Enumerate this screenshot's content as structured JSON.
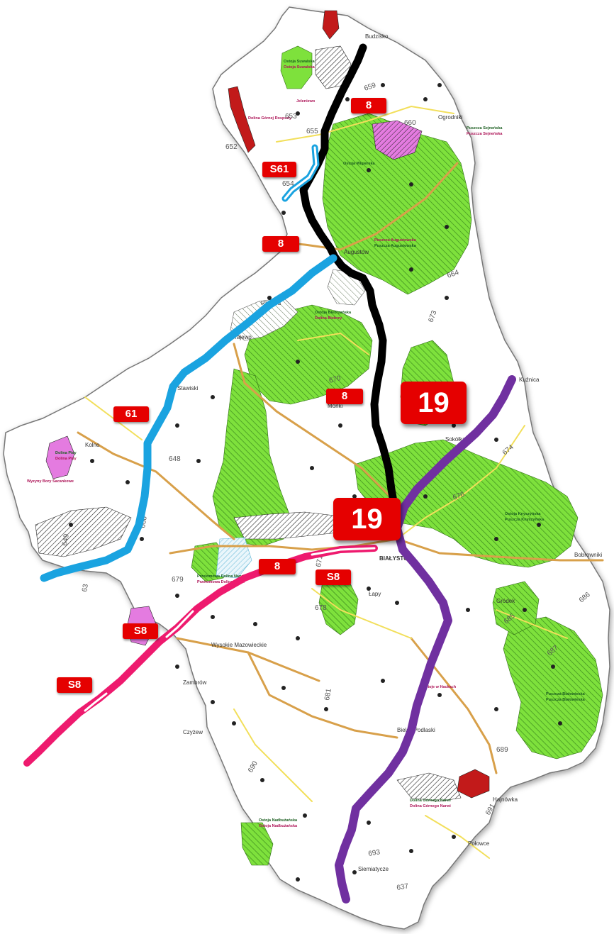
{
  "map": {
    "places": {
      "budzisko": "Budzisko",
      "ogrodniki": "Ogrodniki",
      "kuznica": "Kuźnica",
      "bobrowniki": "Bobrowniki",
      "polowce": "Połowce",
      "bialystok": "BIAŁYSTOK",
      "augustow": "Augustów",
      "rajgrod": "Rajgród",
      "grajewo": "Grajewo",
      "kolno": "Kolno",
      "stawiski": "Stawiski",
      "zambrow": "Zambrów",
      "lapy": "Łapy",
      "bielsk": "Bielsk Podlaski",
      "hajnowka": "Hajnówka",
      "siemiatycze": "Siemiatycze",
      "monki": "Mońki",
      "sokolka": "Sokółka",
      "czyzew": "Czyżew",
      "wysokie": "Wysokie Mazowieckie",
      "grodek": "Gródek"
    },
    "areas": {
      "ostoja_suwalska_1": "Ostoja Suwalska",
      "ostoja_suwalska_2": "Ostoja Suwalska",
      "jeleniewo": "Jeleniewo",
      "dolina_rospudy": "Dolina Górnej Rospudy",
      "puszcza_sejnenska_1": "Puszcza Sejneńska",
      "puszcza_sejnenska_2": "Puszcza Sejneńska",
      "ostoja_wigierska": "Ostoja Wigierska",
      "puszcza_augustowska_1": "Puszcza Augustowska",
      "puszcza_augustowska_2": "Puszcza Augustowska",
      "ostoja_biebrzanska": "Ostoja Biebrzańska",
      "dolina_biebrzy": "Dolina Biebrzy",
      "dolina_pisy_1": "Dolina Pisy",
      "dolina_pisy_2": "Dolina Pisy",
      "wyzyny_bory": "Wyzyny Bory Sacankowe",
      "dolina_narwi_1": "Przełomowa Dolina Narwi",
      "dolina_narwi_2": "Przełomowa Dolina Narwi",
      "ostoja_knyszynska": "Ostoja Knyszyńska",
      "puszcza_knyszynska": "Puszcza Knyszyńska",
      "ostoje_hackach": "Ostoje w Hackach",
      "puszcza_bialowieska_1": "Puszcza Białowieska",
      "puszcza_bialowieska_2": "Puszcza Białowieska",
      "dolina_narwi_gorna_1": "Dolina Górnego Narwi",
      "dolina_narwi_gorna_2": "Dolina Górnego Narwi",
      "ostoja_nadbuzanska_1": "Ostoja Nadbużańska",
      "ostoja_nadbuzanska_2": "Ostoja Nadbużańska"
    },
    "road_numbers": [
      "659",
      "660",
      "655",
      "653",
      "652",
      "654",
      "664",
      "673",
      "670",
      "674",
      "676",
      "648",
      "668",
      "649",
      "679",
      "678",
      "671",
      "63",
      "681",
      "686",
      "685",
      "687",
      "689",
      "691",
      "690",
      "693",
      "637"
    ],
    "route_labels": {
      "r8_north": "8",
      "s61": "S61",
      "r8_augustow": "8",
      "r8_middle": "8",
      "r61": "61",
      "r19_north": "19",
      "r8_south": "8",
      "s8_east": "S8",
      "s8_mid": "S8",
      "s8_west": "S8",
      "r19_south": "19"
    },
    "colors": {
      "route_8": "#000000",
      "route_s61_61": "#1aa3e0",
      "route_s8": "#ee1a6e",
      "route_19": "#7030a0",
      "forest": "#7ee13c",
      "badge": "#e50000"
    }
  }
}
